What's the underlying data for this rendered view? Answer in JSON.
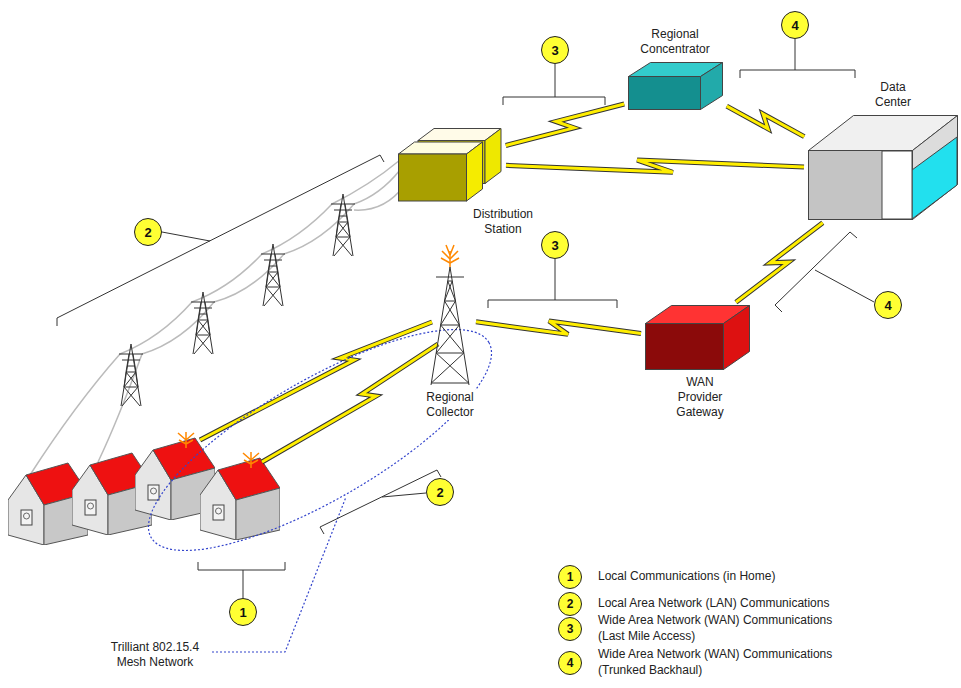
{
  "diagram": {
    "nodes": [
      {
        "text": [
          "Regional Concentrator"
        ]
      },
      {
        "text": [
          "Data Center"
        ]
      },
      {
        "text": [
          "Distribution Station"
        ]
      },
      {
        "text": [
          "Regional Collector"
        ]
      },
      {
        "text": [
          "WAN Provider Gateway"
        ]
      }
    ],
    "edges": [
      {
        "from": 2,
        "to": 0,
        "arrow": "none"
      },
      {
        "from": 2,
        "to": 1,
        "arrow": "none"
      },
      {
        "from": 0,
        "to": 1,
        "arrow": "none"
      },
      {
        "from": 3,
        "to": 4,
        "arrow": "none"
      },
      {
        "from": 4,
        "to": 1,
        "arrow": "none"
      }
    ],
    "labels": [
      "3",
      "4",
      "2",
      "3",
      "4",
      "2",
      "1",
      "Trilliant 802.15.4 Mesh Network",
      "1",
      "2",
      "3",
      "4"
    ],
    "legend": [
      {
        "text": "Local Communications (in Home)"
      },
      {
        "text": "Local Area Network (LAN) Communications"
      },
      {
        "text": "Wide Area Network (WAN) Communications (Last Mile Access)"
      },
      {
        "text": "Wide Area Network (WAN) Communications (Trunked Backhaul)"
      }
    ]
  }
}
